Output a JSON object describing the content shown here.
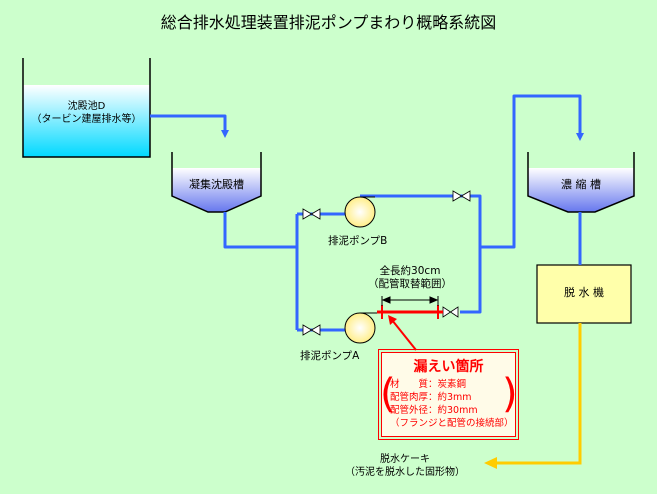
{
  "title": "総合排水処理装置排泥ポンプまわり概略系統図",
  "tanks": {
    "sedimentation_pond": {
      "line1": "沈殿池D",
      "line2": "（タービン建屋排水等）"
    },
    "coag_tank": "凝集沈殿槽",
    "thickener": "濃 縮 槽",
    "dehydrator": "脱 水 機"
  },
  "pumps": {
    "b": "排泥ポンプB",
    "a": "排泥ポンプA"
  },
  "dimension": {
    "line1": "全長約30cm",
    "line2": "（配管取替範囲）"
  },
  "leak": {
    "title": "漏えい箇所",
    "lines": [
      "材　　質：炭素鋼",
      "配管肉厚：約3mm",
      "配管外径：約30mm",
      "（フランジと配管の接続部）"
    ]
  },
  "output": {
    "line1": "脱水ケーキ",
    "line2": "（汚泥を脱水した固形物）"
  },
  "colors": {
    "pipe": "#3366ff",
    "cake_pipe": "#ffcc00",
    "leak": "#ff0000",
    "background": "#ccffcc",
    "dehydrator_fill": "#ffffaa"
  }
}
